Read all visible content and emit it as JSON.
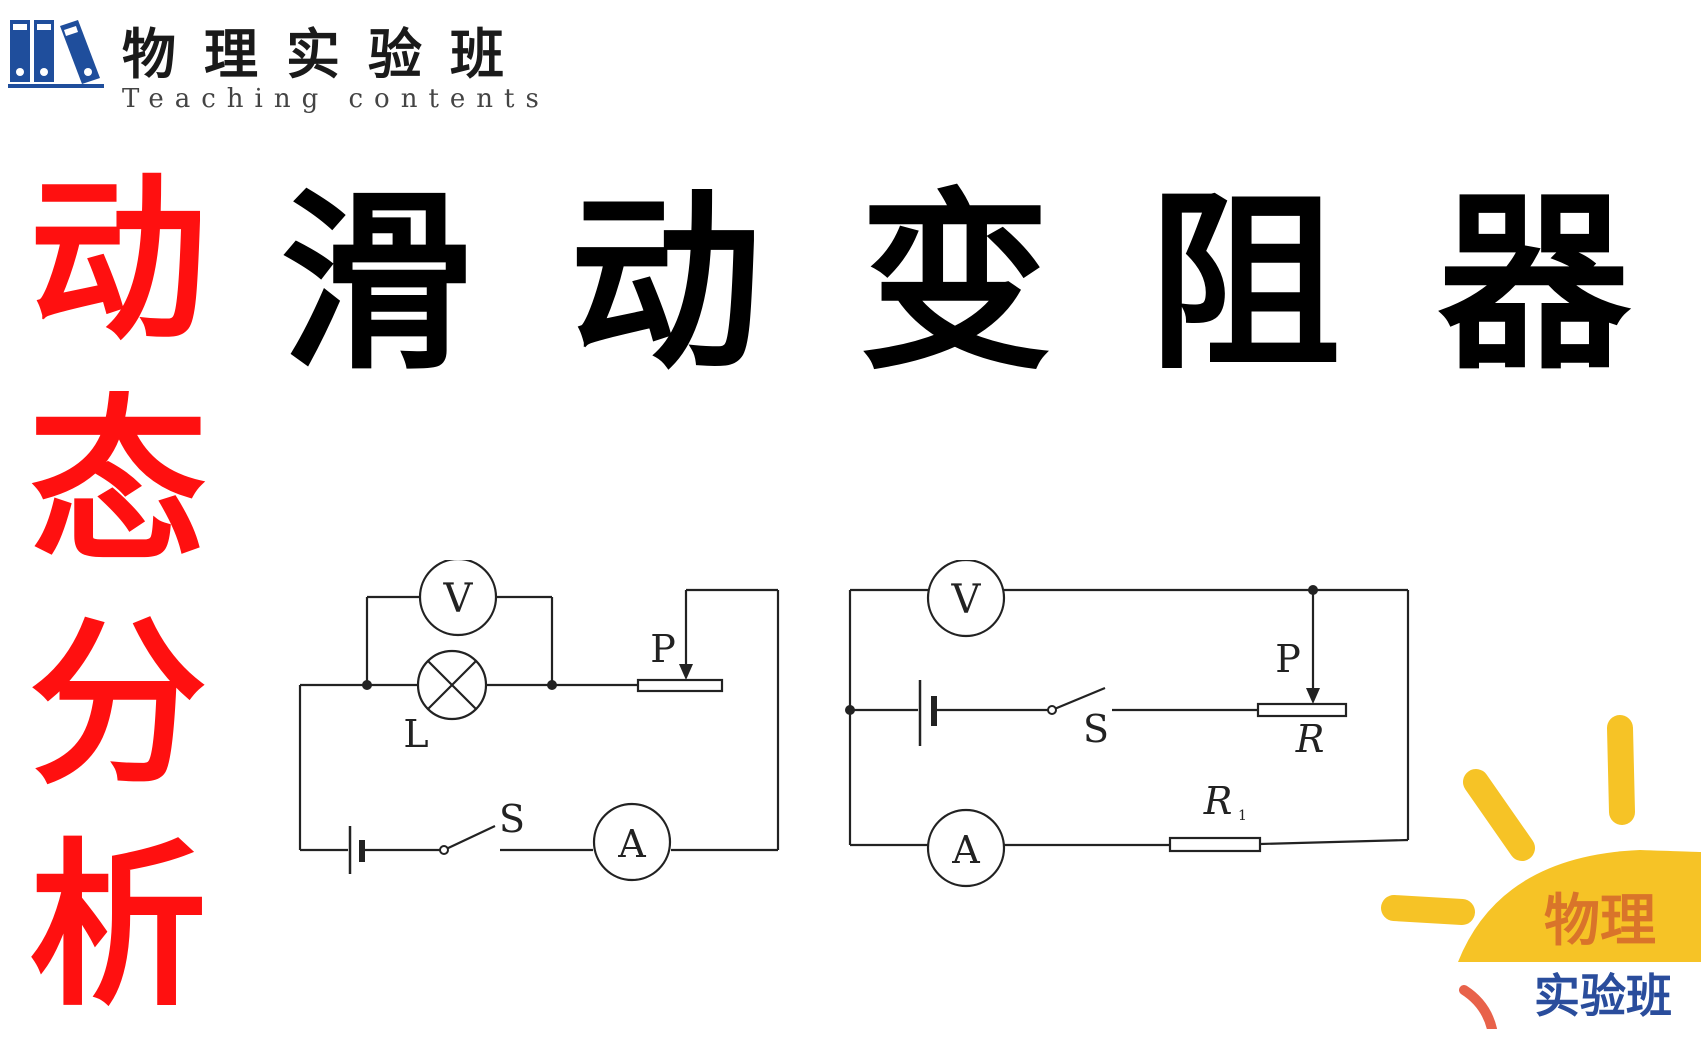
{
  "header": {
    "brand_name": "物理实验班",
    "brand_subtitle": "Teaching contents"
  },
  "side_title": [
    "动",
    "态",
    "分",
    "析"
  ],
  "main_title": [
    "滑",
    "动",
    "变",
    "阻",
    "器"
  ],
  "circuit_left": {
    "voltmeter": "V",
    "ammeter": "A",
    "lamp": "L",
    "switch": "S",
    "slider": "P"
  },
  "circuit_right": {
    "voltmeter": "V",
    "ammeter": "A",
    "switch": "S",
    "slider": "P",
    "rheostat": "R",
    "resistor": "R",
    "resistor_subscript": "1"
  },
  "sun_logo": {
    "line1": "物理",
    "line2": "实验班"
  },
  "colors": {
    "title_red": "#ff1010",
    "logo_blue": "#1f4e9c",
    "sun_yellow": "#f6c326",
    "sun_text": "#d9742a",
    "sun_text2": "#2a4d9c"
  }
}
